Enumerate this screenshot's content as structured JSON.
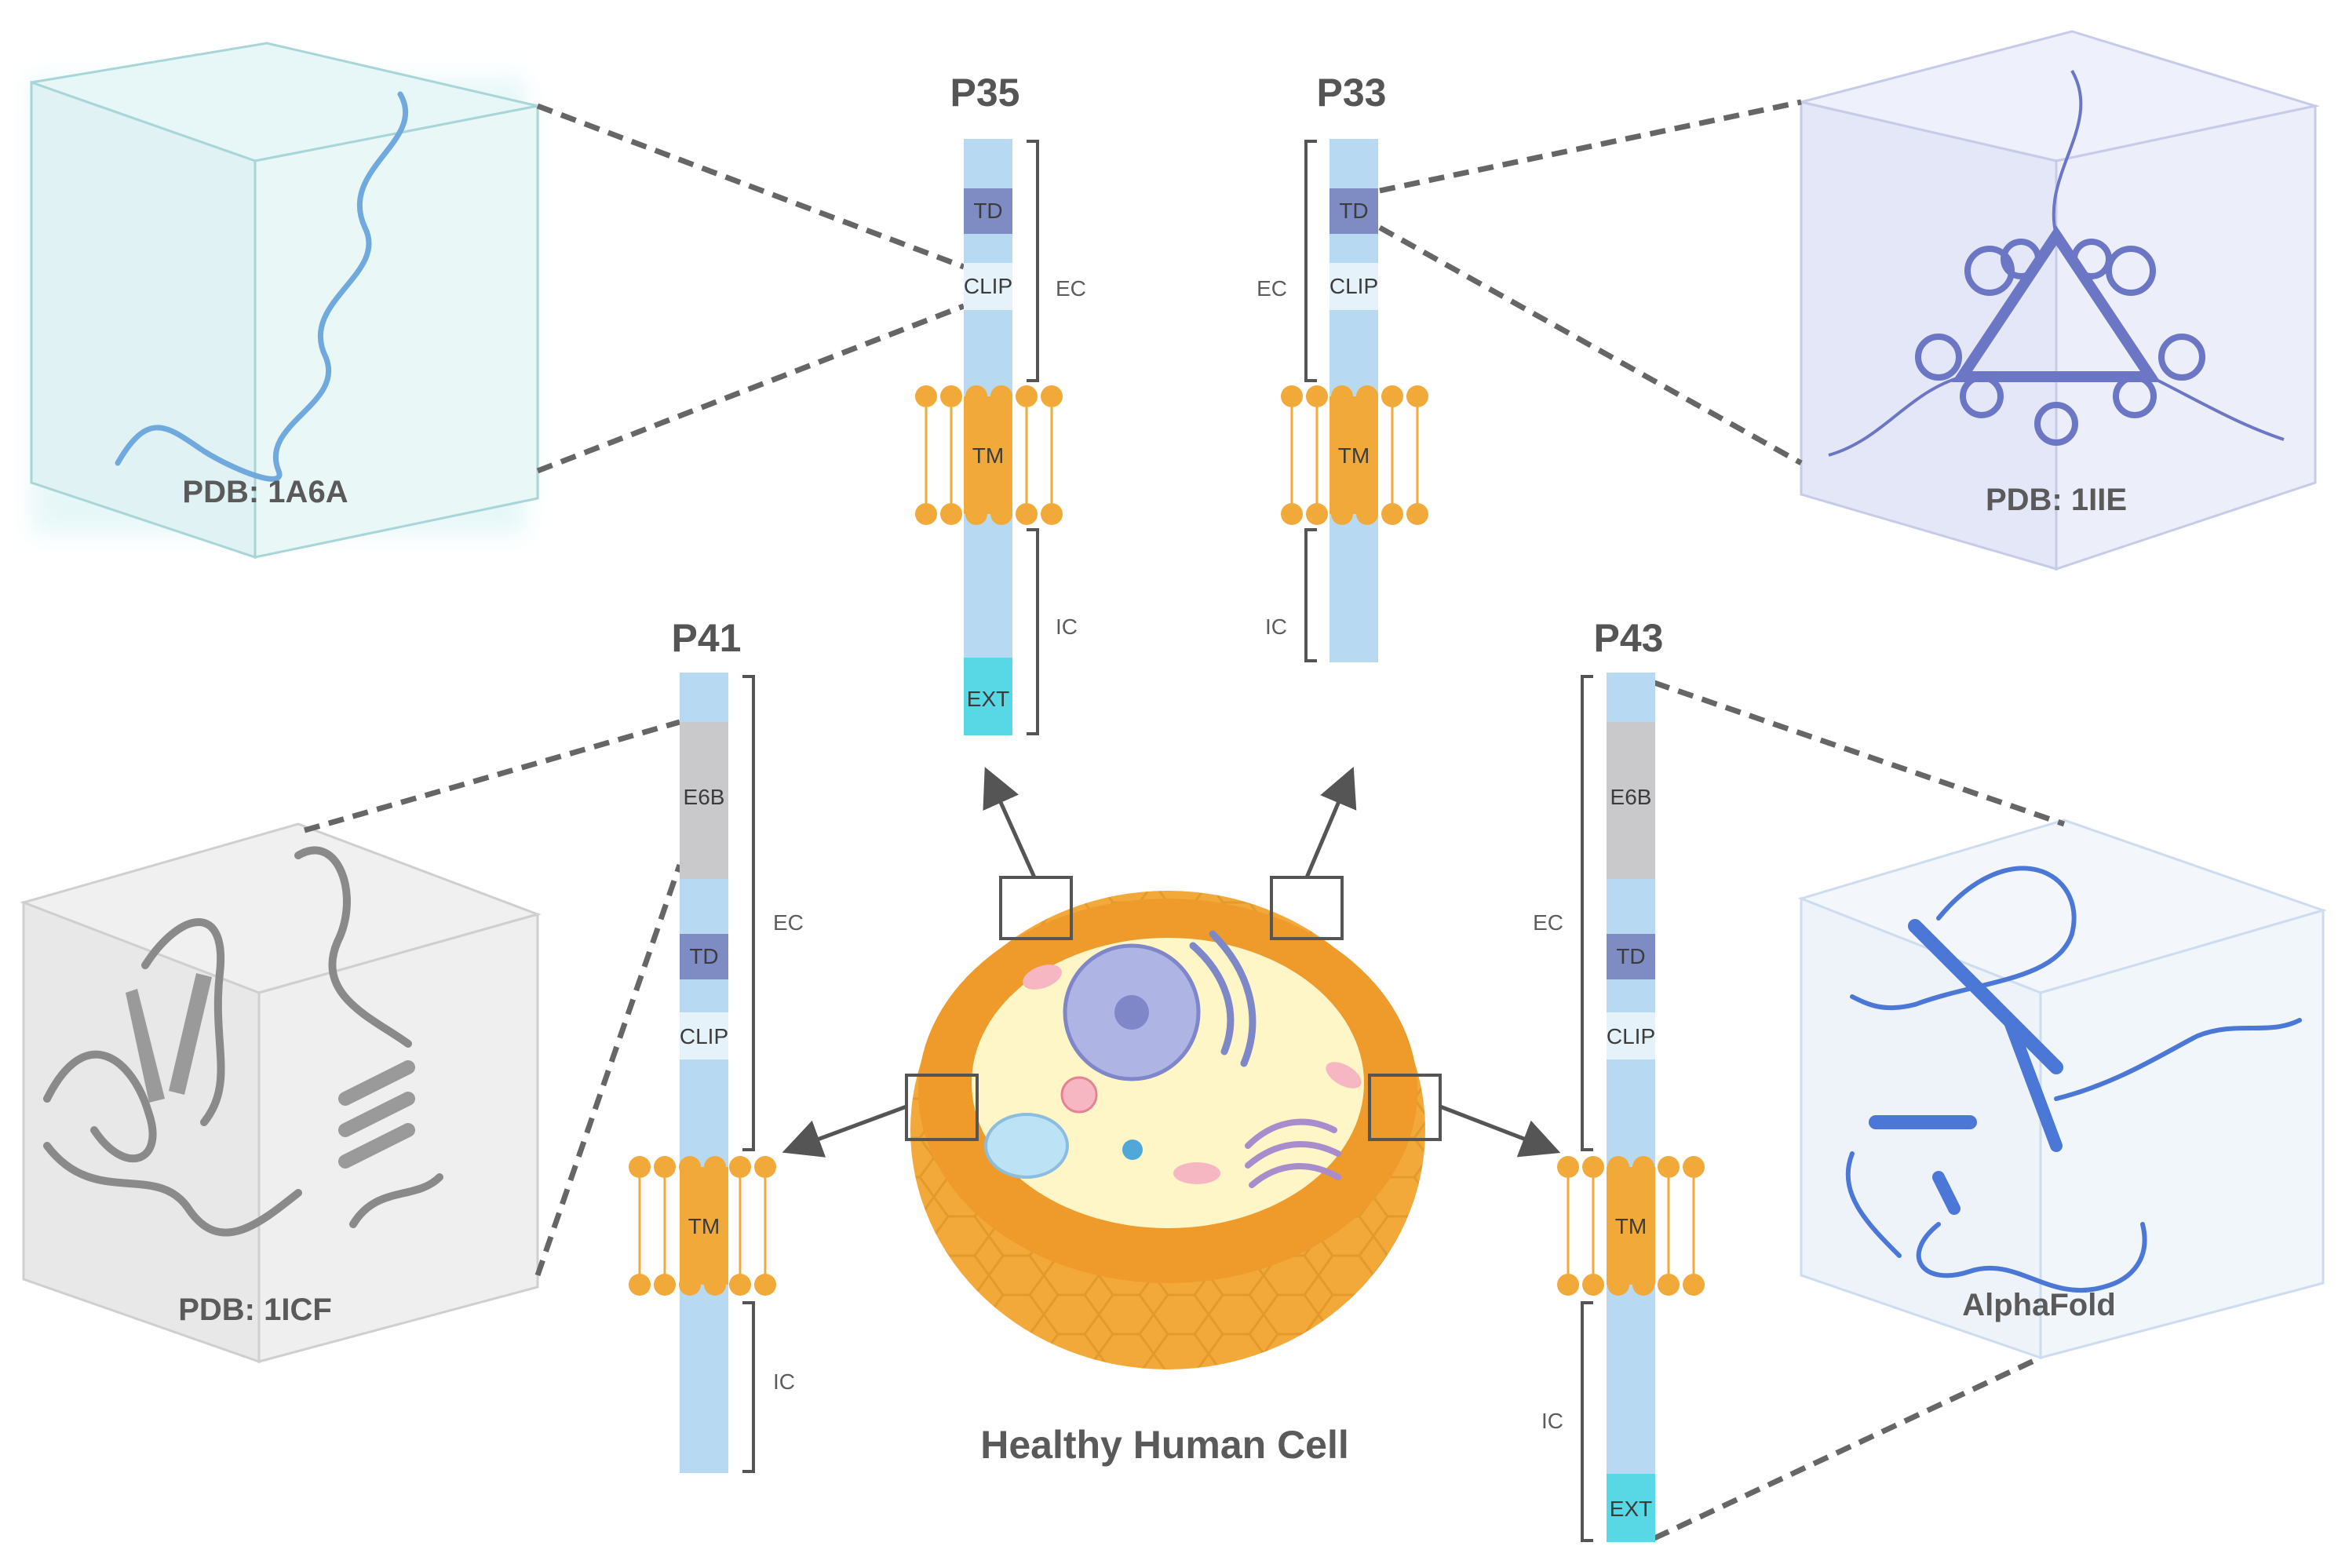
{
  "figure": {
    "cell_title": "Healthy Human Cell",
    "colors": {
      "membrane_orange": "#F1A93A",
      "protein_blue": "#B8D9F2",
      "td_purple": "#7F8CC4",
      "e6b_gray": "#C9C9CB",
      "ext_teal": "#58D7E4",
      "dash_gray": "#666666"
    }
  },
  "isoforms": [
    {
      "id": "p35",
      "name": "P35",
      "segments": [
        "TD",
        "CLIP",
        "TM",
        "EXT"
      ],
      "brackets": [
        "EC",
        "IC"
      ]
    },
    {
      "id": "p33",
      "name": "P33",
      "segments": [
        "TD",
        "CLIP",
        "TM"
      ],
      "brackets": [
        "EC",
        "IC"
      ]
    },
    {
      "id": "p41",
      "name": "P41",
      "segments": [
        "E6B",
        "TD",
        "CLIP",
        "TM"
      ],
      "brackets": [
        "EC",
        "IC"
      ]
    },
    {
      "id": "p43",
      "name": "P43",
      "segments": [
        "E6B",
        "TD",
        "CLIP",
        "TM",
        "EXT"
      ],
      "brackets": [
        "EC",
        "IC"
      ]
    }
  ],
  "structures": [
    {
      "id": "s1a6a",
      "label": "PDB: 1A6A",
      "icon": "extended-coil-structure"
    },
    {
      "id": "s1iie",
      "label": "PDB: 1IIE",
      "icon": "trimer-helix-structure"
    },
    {
      "id": "s1icf",
      "label": "PDB: 1ICF",
      "icon": "beta-helix-structure"
    },
    {
      "id": "salpha",
      "label": "AlphaFold",
      "icon": "predicted-structure"
    }
  ]
}
